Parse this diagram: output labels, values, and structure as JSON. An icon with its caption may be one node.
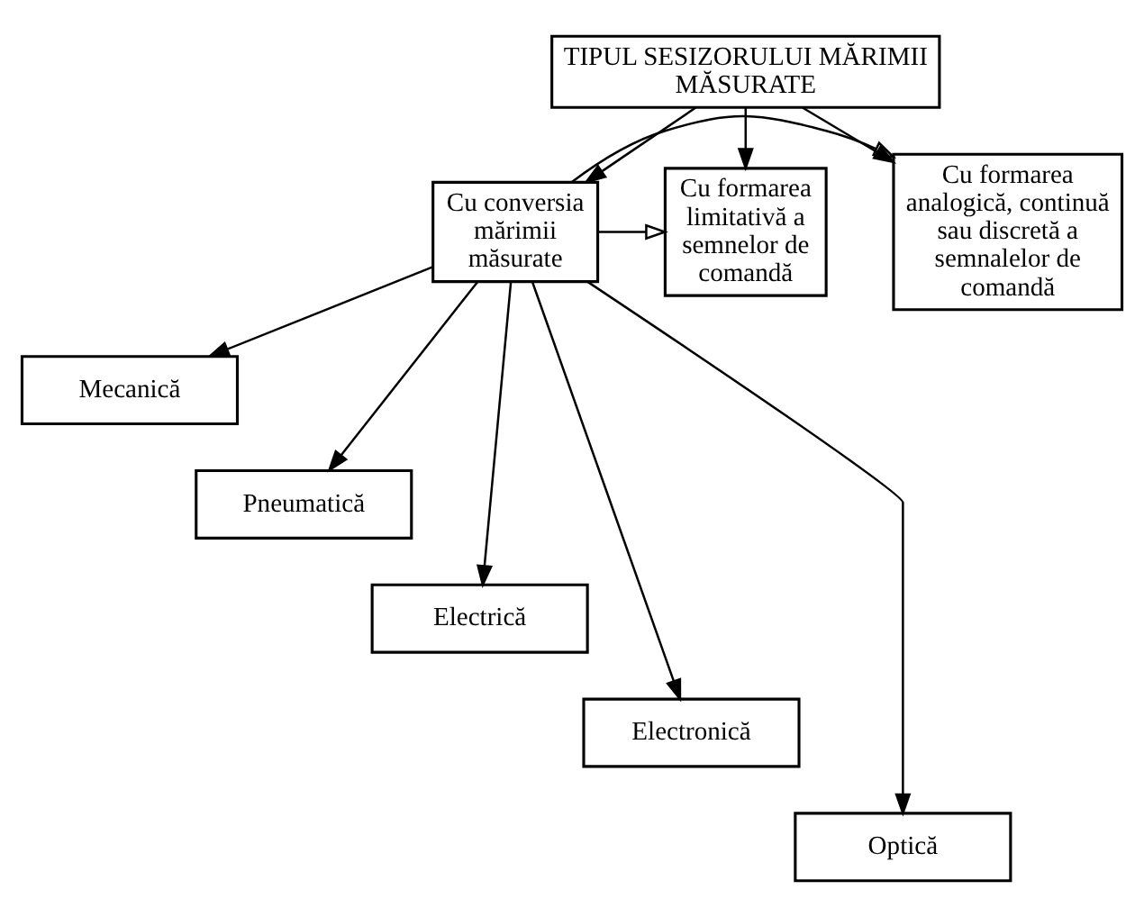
{
  "diagram": {
    "nodes": [
      {
        "text": [
          "TIPUL SESIZORULUI MĂRIMII MĂSURATE"
        ]
      },
      {
        "text": [
          "Cu conversia mărimii măsurate"
        ]
      },
      {
        "text": [
          "Cu formarea limitativă a semnelor de comandă"
        ]
      },
      {
        "text": [
          "Cu formarea analogică, continuă sau discretă a semnalelor de comandă"
        ]
      },
      {
        "text": [
          "Mecanică"
        ]
      },
      {
        "text": [
          "Pneumatică"
        ]
      },
      {
        "text": [
          "Electrică"
        ]
      },
      {
        "text": [
          "Electronică"
        ]
      },
      {
        "text": [
          "Optică"
        ]
      }
    ],
    "edges": [
      {
        "from": 0,
        "to": 1,
        "arrow": "to"
      },
      {
        "from": 0,
        "to": 2,
        "arrow": "to"
      },
      {
        "from": 0,
        "to": 3,
        "arrow": "to"
      },
      {
        "from": 1,
        "to": 2,
        "arrow": "to"
      },
      {
        "from": 1,
        "to": 3,
        "arrow": "to"
      },
      {
        "from": 1,
        "to": 4,
        "arrow": "to"
      },
      {
        "from": 1,
        "to": 5,
        "arrow": "to"
      },
      {
        "from": 1,
        "to": 6,
        "arrow": "to"
      },
      {
        "from": 1,
        "to": 7,
        "arrow": "to"
      },
      {
        "from": 1,
        "to": 8,
        "arrow": "to"
      }
    ]
  }
}
